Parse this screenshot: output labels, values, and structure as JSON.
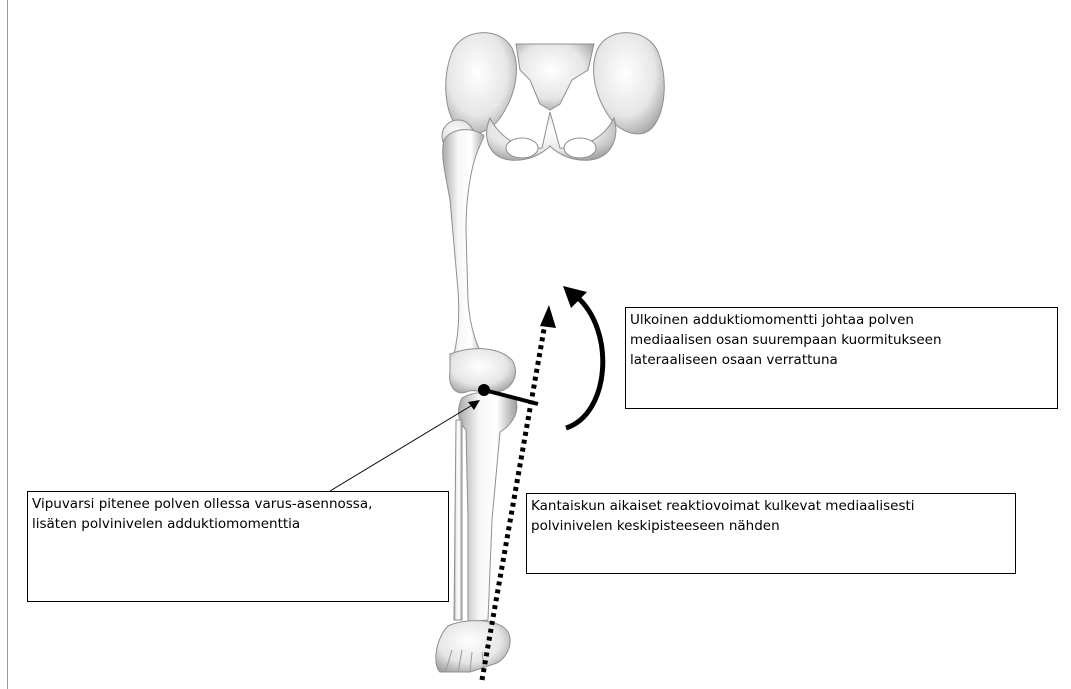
{
  "callouts": {
    "adduction_moment": {
      "lines": [
        "Ulkoinen adduktiomomentti johtaa polven",
        "mediaalisen osan suurempaan kuormitukseen",
        "lateraaliseen osaan verrattuna"
      ]
    },
    "lever_arm": {
      "lines": [
        "Vipuvarsi pitenee polven ollessa varus-asennossa,",
        "lisäten polvinivelen adduktiomomenttia"
      ]
    },
    "reaction_forces": {
      "lines": [
        "Kantaiskun aikaiset reaktiovoimat kulkevat mediaalisesti",
        "polvinivelen keskipisteeseen nähden"
      ]
    }
  },
  "colors": {
    "bone_light": "#f4f4f4",
    "bone_shade": "#b8b8b8",
    "ink": "#000000"
  }
}
